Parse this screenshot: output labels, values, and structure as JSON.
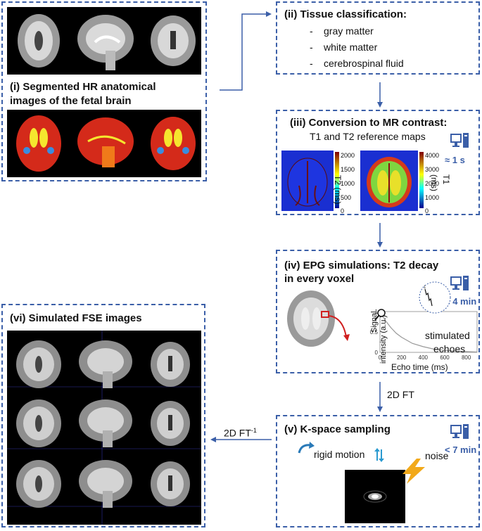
{
  "panels": {
    "i": {
      "title_line1": "(i) Segmented HR anatomical",
      "title_line2": "images of the fetal brain"
    },
    "ii": {
      "title": "(ii) Tissue classification:",
      "items": [
        "gray matter",
        "white matter",
        "cerebrospinal fluid"
      ]
    },
    "iii": {
      "title": "(iii) Conversion to MR contrast:",
      "subtitle": "T1 and T2 reference maps",
      "time": "≈ 1 s",
      "t2_bar": {
        "label": "T2 (ms)",
        "ticks": [
          "2000",
          "1500",
          "1000",
          "500",
          "0"
        ]
      },
      "t1_bar": {
        "label": "T1 (ms)",
        "ticks": [
          "4000",
          "3000",
          "2000",
          "1000",
          "0"
        ]
      }
    },
    "iv": {
      "title_line1": "(iv) EPG simulations: T2 decay",
      "title_line2": "in every voxel",
      "time": "< 4 min",
      "annotation_line1": "stimulated",
      "annotation_line2": "echoes",
      "zoom_label": "1"
    },
    "v": {
      "title": "(v) K-space sampling",
      "time": "< 7 min",
      "motion": "rigid motion",
      "noise": "noise"
    },
    "vi": {
      "title": "(vi) Simulated FSE images"
    }
  },
  "arrows": {
    "ft_down": "2D FT",
    "ft_inverse": "2D FT",
    "ft_inverse_sup": "-1"
  },
  "colors": {
    "accent": "#3b5fa8",
    "tissue_red": "#d42a1a",
    "tissue_yellow": "#f5e62e",
    "tissue_orange": "#f07a1a"
  },
  "chart_data": {
    "type": "line",
    "xlabel": "Echo time (ms)",
    "ylabel_line1": "Signal",
    "ylabel_line2": "intensity (a.u.)",
    "x_ticks": [
      "0",
      "200",
      "400",
      "600",
      "800"
    ],
    "y_ticks": [
      "0",
      "0.5",
      "1"
    ],
    "xlim": [
      0,
      900
    ],
    "ylim": [
      0,
      1
    ],
    "series": [
      {
        "x": [
          0,
          50,
          100,
          150,
          200,
          300,
          400,
          500,
          600,
          700,
          800,
          900
        ],
        "values": [
          1.0,
          0.78,
          0.61,
          0.47,
          0.37,
          0.22,
          0.14,
          0.08,
          0.05,
          0.03,
          0.02,
          0.01
        ]
      }
    ]
  }
}
